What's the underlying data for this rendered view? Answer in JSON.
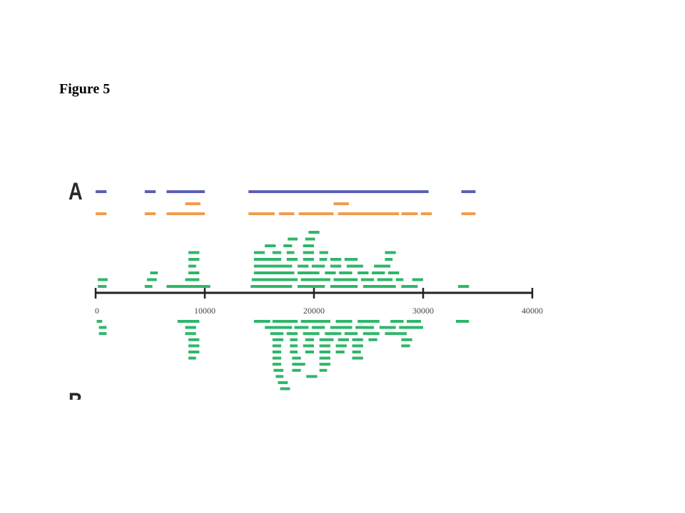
{
  "figure": {
    "title": "Figure 5",
    "panel_a_label": "A",
    "panel_b_label": "B"
  },
  "colors": {
    "blue": "#5b5fb5",
    "orange": "#f39c4a",
    "green": "#2fb66a",
    "axis": "#222222"
  },
  "chart_data": {
    "type": "genome-track",
    "axis": {
      "min": 0,
      "max": 40000,
      "ticks": [
        0,
        10000,
        20000,
        30000,
        40000
      ],
      "tick_labels": [
        "0",
        "10000",
        "20000",
        "30000",
        "40000"
      ]
    },
    "blue_segments": [
      [
        0,
        1000
      ],
      [
        4500,
        5500
      ],
      [
        6500,
        10000
      ],
      [
        14000,
        30500
      ],
      [
        33500,
        34800
      ]
    ],
    "orange_segments_upper": [
      [
        8200,
        9600
      ],
      [
        21800,
        23200
      ]
    ],
    "orange_segments": [
      [
        0,
        1000
      ],
      [
        4500,
        5500
      ],
      [
        6500,
        10000
      ],
      [
        14000,
        16400
      ],
      [
        16800,
        18200
      ],
      [
        18600,
        21800
      ],
      [
        22200,
        27600
      ],
      [
        25800,
        27800
      ],
      [
        28000,
        29500
      ],
      [
        29800,
        30800
      ],
      [
        33500,
        34800
      ]
    ],
    "green_reads_above": [
      [
        [
          19500,
          20500
        ]
      ],
      [
        [
          17600,
          18500
        ],
        [
          19200,
          20100
        ]
      ],
      [
        [
          15500,
          16500
        ],
        [
          17200,
          18000
        ],
        [
          19000,
          20000
        ]
      ],
      [
        [
          8500,
          9500
        ],
        [
          14500,
          15500
        ],
        [
          16200,
          17000
        ],
        [
          17500,
          18200
        ],
        [
          19000,
          20000
        ],
        [
          20500,
          21300
        ],
        [
          26500,
          27500
        ]
      ],
      [
        [
          8500,
          9500
        ],
        [
          14500,
          17000
        ],
        [
          17500,
          18500
        ],
        [
          19000,
          20000
        ],
        [
          20500,
          21200
        ],
        [
          21500,
          22500
        ],
        [
          22800,
          24000
        ],
        [
          26500,
          27200
        ]
      ],
      [
        [
          8500,
          9200
        ],
        [
          14500,
          18000
        ],
        [
          18500,
          19500
        ],
        [
          19800,
          21000
        ],
        [
          21500,
          22500
        ],
        [
          23000,
          24500
        ],
        [
          25500,
          27000
        ]
      ],
      [
        [
          5000,
          5700
        ],
        [
          8500,
          9500
        ],
        [
          14500,
          18200
        ],
        [
          18500,
          20500
        ],
        [
          21000,
          22000
        ],
        [
          22300,
          23500
        ],
        [
          24000,
          25000
        ],
        [
          25300,
          26500
        ],
        [
          26800,
          27800
        ]
      ],
      [
        [
          200,
          1100
        ],
        [
          4700,
          5600
        ],
        [
          8200,
          9500
        ],
        [
          14300,
          18500
        ],
        [
          18800,
          21500
        ],
        [
          21800,
          24000
        ],
        [
          24300,
          25500
        ],
        [
          25800,
          27200
        ],
        [
          27500,
          28200
        ],
        [
          29000,
          30000
        ]
      ],
      [
        [
          200,
          1000
        ],
        [
          4500,
          5200
        ],
        [
          6500,
          10500
        ],
        [
          14200,
          18000
        ],
        [
          18500,
          21000
        ],
        [
          21500,
          24000
        ],
        [
          24500,
          27500
        ],
        [
          28000,
          29500
        ],
        [
          33200,
          34200
        ]
      ]
    ],
    "green_reads_below": [
      [
        [
          100,
          600
        ],
        [
          7500,
          9500
        ],
        [
          14500,
          16000
        ],
        [
          16200,
          18500
        ],
        [
          18800,
          21500
        ],
        [
          22000,
          23500
        ],
        [
          24000,
          26000
        ],
        [
          27000,
          28200
        ],
        [
          28500,
          29800
        ],
        [
          33000,
          34200
        ]
      ],
      [
        [
          300,
          1000
        ],
        [
          8200,
          9200
        ],
        [
          15500,
          18000
        ],
        [
          18200,
          19500
        ],
        [
          19800,
          21000
        ],
        [
          21500,
          23500
        ],
        [
          23800,
          25500
        ],
        [
          26000,
          27500
        ],
        [
          27800,
          30000
        ]
      ],
      [
        [
          300,
          1000
        ],
        [
          8200,
          9200
        ],
        [
          16000,
          17200
        ],
        [
          17500,
          18500
        ],
        [
          19000,
          20500
        ],
        [
          21000,
          22500
        ],
        [
          22800,
          24000
        ],
        [
          24500,
          26000
        ],
        [
          26500,
          28500
        ]
      ],
      [
        [
          8500,
          9500
        ],
        [
          16200,
          17200
        ],
        [
          17800,
          18500
        ],
        [
          19200,
          20000
        ],
        [
          20500,
          21800
        ],
        [
          22200,
          23200
        ],
        [
          23500,
          24500
        ],
        [
          25000,
          25800
        ],
        [
          28000,
          29000
        ]
      ],
      [
        [
          8500,
          9500
        ],
        [
          16200,
          17000
        ],
        [
          17800,
          18500
        ],
        [
          19000,
          20000
        ],
        [
          20500,
          21500
        ],
        [
          22000,
          23000
        ],
        [
          23500,
          24500
        ],
        [
          28000,
          28800
        ]
      ],
      [
        [
          8500,
          9500
        ],
        [
          16200,
          17000
        ],
        [
          17800,
          18500
        ],
        [
          19200,
          20000
        ],
        [
          20500,
          21500
        ],
        [
          22000,
          22800
        ],
        [
          23500,
          24300
        ]
      ],
      [
        [
          8500,
          9200
        ],
        [
          16200,
          17000
        ],
        [
          18000,
          18800
        ],
        [
          20500,
          21500
        ],
        [
          23500,
          24500
        ]
      ],
      [
        [
          16200,
          17000
        ],
        [
          18000,
          19200
        ],
        [
          20500,
          21500
        ]
      ],
      [
        [
          16300,
          17200
        ],
        [
          18000,
          18800
        ],
        [
          20500,
          21200
        ]
      ],
      [
        [
          16500,
          17200
        ],
        [
          19300,
          20300
        ]
      ],
      [
        [
          16700,
          17600
        ]
      ],
      [
        [
          16900,
          17800
        ]
      ]
    ]
  }
}
